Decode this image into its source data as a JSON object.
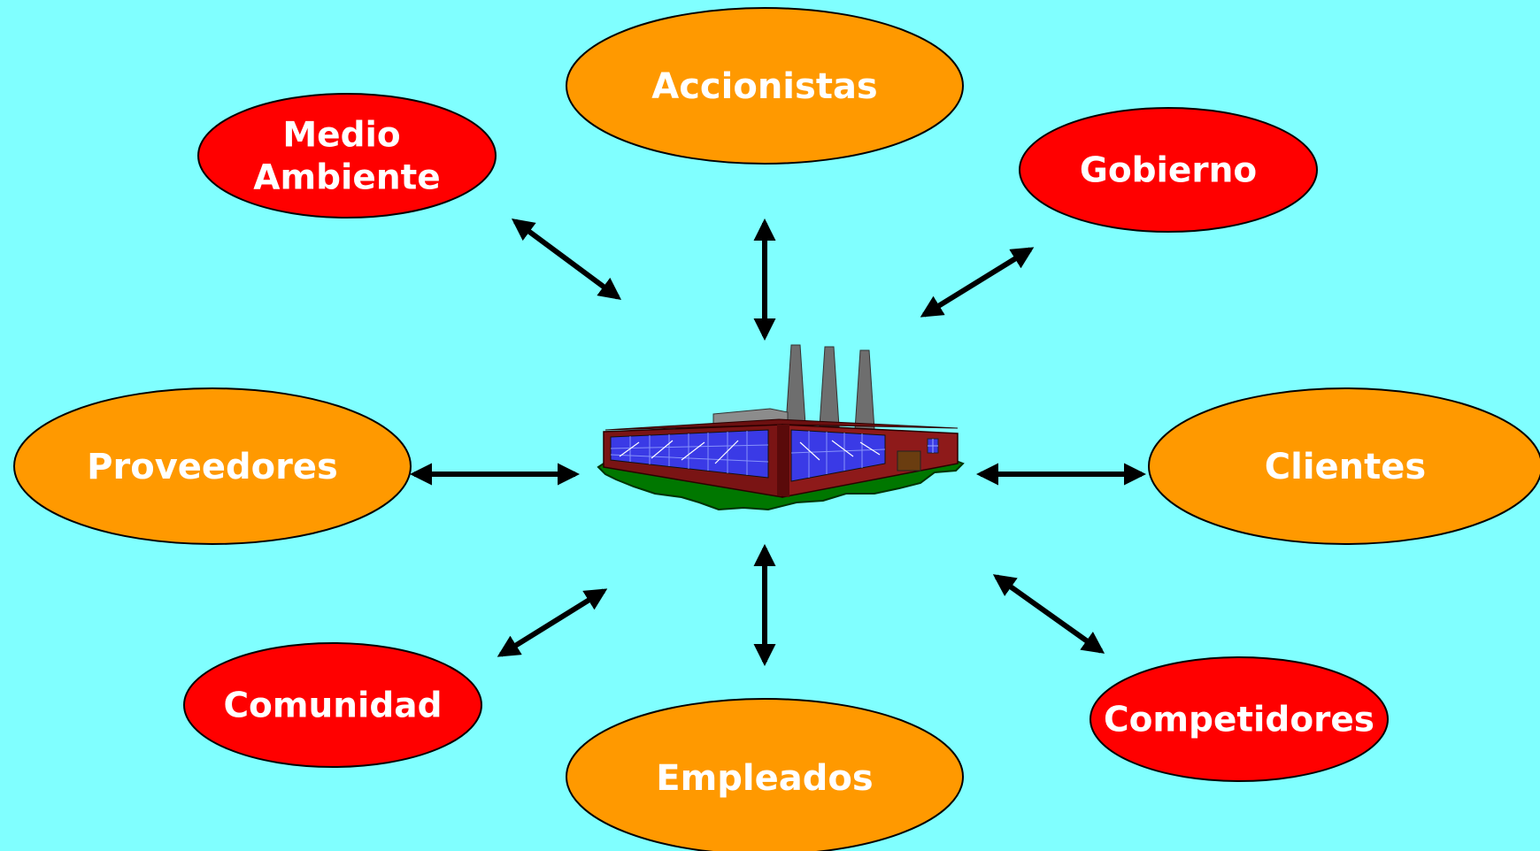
{
  "colors": {
    "background": "#80FFFF",
    "primary_node_fill": "#FF9900",
    "secondary_node_fill": "#FF0000",
    "node_text": "#FFFFFF",
    "arrow": "#000000"
  },
  "center": {
    "icon": "factory-icon"
  },
  "nodes": {
    "accionistas": {
      "label": "Accionistas",
      "kind": "primary"
    },
    "medio_ambiente": {
      "line1": "Medio",
      "line2": "Ambiente",
      "kind": "secondary"
    },
    "gobierno": {
      "label": "Gobierno",
      "kind": "secondary"
    },
    "proveedores": {
      "label": "Proveedores",
      "kind": "primary"
    },
    "clientes": {
      "label": "Clientes",
      "kind": "primary"
    },
    "comunidad": {
      "label": "Comunidad",
      "kind": "secondary"
    },
    "empleados": {
      "label": "Empleados",
      "kind": "primary"
    },
    "competidores": {
      "label": "Competidores",
      "kind": "secondary"
    }
  },
  "edges": [
    {
      "from": "factory",
      "to": "accionistas",
      "direction": "bidirectional"
    },
    {
      "from": "factory",
      "to": "medio_ambiente",
      "direction": "bidirectional"
    },
    {
      "from": "factory",
      "to": "gobierno",
      "direction": "bidirectional"
    },
    {
      "from": "factory",
      "to": "proveedores",
      "direction": "bidirectional"
    },
    {
      "from": "factory",
      "to": "clientes",
      "direction": "bidirectional"
    },
    {
      "from": "factory",
      "to": "comunidad",
      "direction": "bidirectional"
    },
    {
      "from": "factory",
      "to": "empleados",
      "direction": "bidirectional"
    },
    {
      "from": "factory",
      "to": "competidores",
      "direction": "bidirectional"
    }
  ]
}
